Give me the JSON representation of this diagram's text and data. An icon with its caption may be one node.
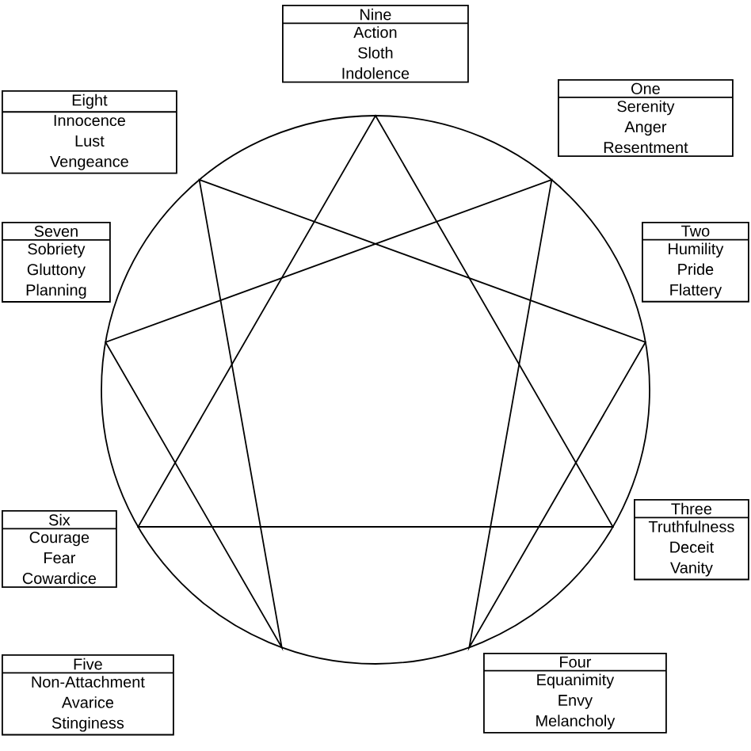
{
  "diagram": {
    "nodes": [
      {
        "text": [
          "Nine",
          "Action",
          "Sloth",
          "Indolence"
        ]
      },
      {
        "text": [
          "Eight",
          "Innocence",
          "Lust",
          "Vengeance"
        ]
      },
      {
        "text": [
          "One",
          "Serenity",
          "Anger",
          "Resentment"
        ]
      },
      {
        "text": [
          "Seven",
          "Sobriety",
          "Gluttony",
          "Planning"
        ]
      },
      {
        "text": [
          "Two",
          "Humility",
          "Pride",
          "Flattery"
        ]
      },
      {
        "text": [
          "Three",
          "Truthfulness",
          "Deceit",
          "Vanity"
        ]
      },
      {
        "text": [
          "Six",
          "Courage",
          "Fear",
          "Cowardice"
        ]
      },
      {
        "text": [
          "Five",
          "Non-Attachment",
          "Avarice",
          "Stinginess"
        ]
      },
      {
        "text": [
          "Four",
          "Equanimity",
          "Envy",
          "Melancholy"
        ]
      }
    ]
  }
}
